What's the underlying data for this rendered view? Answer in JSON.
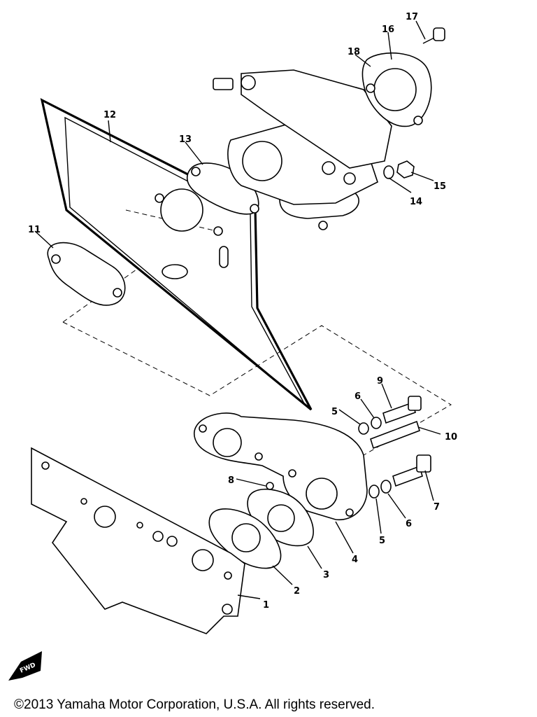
{
  "diagram": {
    "callouts": [
      {
        "id": "1",
        "text": "1"
      },
      {
        "id": "2",
        "text": "2"
      },
      {
        "id": "3",
        "text": "3"
      },
      {
        "id": "4",
        "text": "4"
      },
      {
        "id": "5a",
        "text": "5"
      },
      {
        "id": "5b",
        "text": "5"
      },
      {
        "id": "6a",
        "text": "6"
      },
      {
        "id": "6b",
        "text": "6"
      },
      {
        "id": "7",
        "text": "7"
      },
      {
        "id": "8",
        "text": "8"
      },
      {
        "id": "9",
        "text": "9"
      },
      {
        "id": "10",
        "text": "10"
      },
      {
        "id": "11",
        "text": "11"
      },
      {
        "id": "12",
        "text": "12"
      },
      {
        "id": "13",
        "text": "13"
      },
      {
        "id": "14",
        "text": "14"
      },
      {
        "id": "15",
        "text": "15"
      },
      {
        "id": "16",
        "text": "16"
      },
      {
        "id": "17",
        "text": "17"
      },
      {
        "id": "18",
        "text": "18"
      }
    ],
    "fwd_mark": "FWD"
  },
  "footer": {
    "copyright": "©2013 Yamaha Motor Corporation, U.S.A. All rights reserved."
  }
}
